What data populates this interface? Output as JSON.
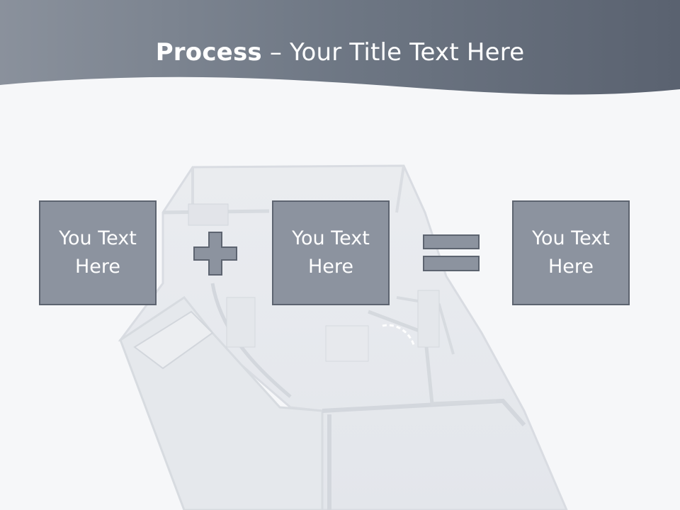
{
  "title": {
    "bold": "Process",
    "rest": " – Your Title Text Here"
  },
  "boxes": [
    {
      "label": "You Text Here"
    },
    {
      "label": "You Text Here"
    },
    {
      "label": "You Text Here"
    }
  ],
  "operators": [
    "plus-icon",
    "equals-icon"
  ],
  "colors": {
    "header": "#6b7480",
    "box_fill": "#8c939f",
    "box_border": "#5d6470",
    "background": "#f6f7f9"
  }
}
